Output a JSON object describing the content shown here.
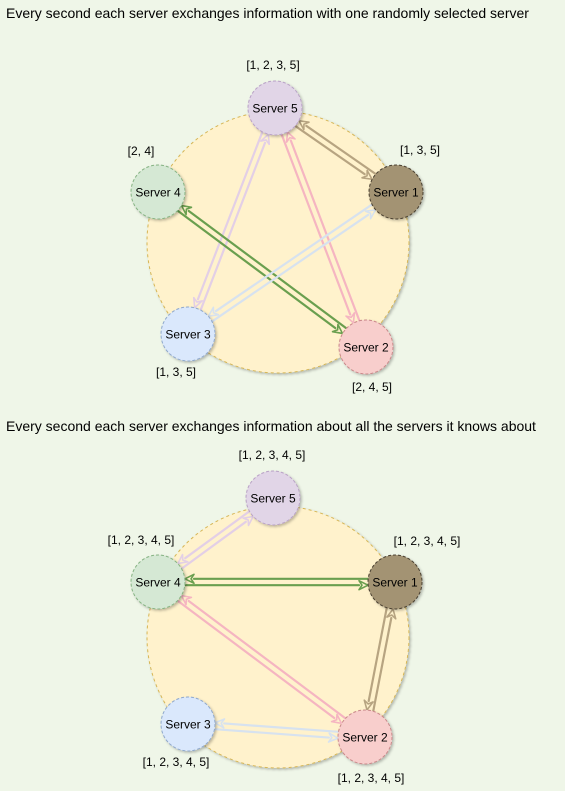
{
  "panels": [
    {
      "caption": "Every second each server exchanges information with one randomly selected server",
      "servers": [
        {
          "id": "s5",
          "label": "Server 5",
          "known": "[1, 2, 3, 5]",
          "fill": "#e1d5e7",
          "stroke": "#b9a2c6",
          "edge": "#f0c8d4"
        },
        {
          "id": "s1",
          "label": "Server 1",
          "known": "[1, 3, 5]",
          "fill": "#a39373",
          "stroke": "#4a4030",
          "edge": "#b7a481"
        },
        {
          "id": "s2",
          "label": "Server 2",
          "known": "[2, 4, 5]",
          "fill": "#f8cecc",
          "stroke": "#c9888a",
          "edge": "#f5b5c1"
        },
        {
          "id": "s3",
          "label": "Server 3",
          "known": "[1, 3, 5]",
          "fill": "#dae8fc",
          "stroke": "#8fa8cc",
          "edge": "#d7e2ef"
        },
        {
          "id": "s4",
          "label": "Server 4",
          "known": "[2, 4]",
          "fill": "#d5e8d4",
          "stroke": "#86b383",
          "edge": "#6a9f4f"
        }
      ],
      "exchanges": [
        {
          "a": "s5",
          "b": "s1",
          "color": "#b7a481"
        },
        {
          "a": "s5",
          "b": "s2",
          "color": "#f5b5c1"
        },
        {
          "a": "s5",
          "b": "s3",
          "color": "#e3cfe6"
        },
        {
          "a": "s4",
          "b": "s2",
          "color": "#6a9f4f"
        },
        {
          "a": "s1",
          "b": "s3",
          "color": "#d7e2ef"
        }
      ]
    },
    {
      "caption": "Every second each server exchanges information about all the servers it knows about",
      "servers": [
        {
          "id": "s5",
          "label": "Server 5",
          "known": "[1, 2, 3, 4, 5]",
          "fill": "#e1d5e7",
          "stroke": "#b9a2c6"
        },
        {
          "id": "s1",
          "label": "Server 1",
          "known": "[1, 2, 3, 4, 5]",
          "fill": "#a39373",
          "stroke": "#4a4030"
        },
        {
          "id": "s2",
          "label": "Server 2",
          "known": "[1, 2, 3, 4, 5]",
          "fill": "#f8cecc",
          "stroke": "#c9888a"
        },
        {
          "id": "s3",
          "label": "Server 3",
          "known": "[1, 2, 3, 4, 5]",
          "fill": "#dae8fc",
          "stroke": "#8fa8cc"
        },
        {
          "id": "s4",
          "label": "Server 4",
          "known": "[1, 2, 3, 4, 5]",
          "fill": "#d5e8d4",
          "stroke": "#86b383"
        }
      ],
      "exchanges": [
        {
          "a": "s4",
          "b": "s5",
          "color": "#e3cfe6"
        },
        {
          "a": "s4",
          "b": "s1",
          "color": "#6a9f4f"
        },
        {
          "a": "s4",
          "b": "s2",
          "color": "#f5b5c1"
        },
        {
          "a": "s1",
          "b": "s2",
          "color": "#b7a481"
        },
        {
          "a": "s3",
          "b": "s2",
          "color": "#d7e2ef"
        }
      ]
    }
  ],
  "colors": {
    "ring_fill": "#fff2cc",
    "ring_stroke": "#d6b656",
    "background": "#eff6e8"
  }
}
